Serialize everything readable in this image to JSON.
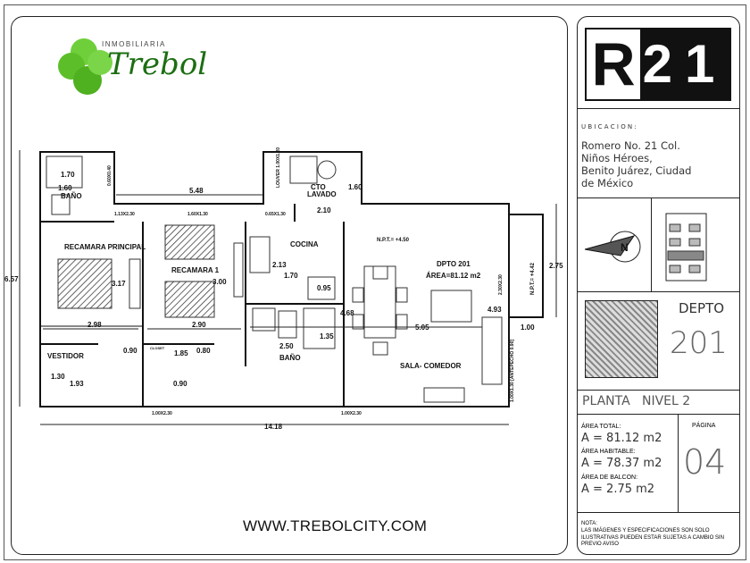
{
  "logo": {
    "brand_small": "INMOBILIARIA",
    "brand_name": "Trebol",
    "color": "#5cbf2a"
  },
  "website": "WWW.TREBOLCITY.COM",
  "plan": {
    "rooms": {
      "bano1": "BAÑO",
      "recamara_principal": "RECAMARA PRINCIPAL",
      "recamara1": "RECAMARA 1",
      "cocina": "COCINA",
      "cto_lavado_1": "CTO",
      "cto_lavado_2": "LAVADO",
      "bano2": "BAÑO",
      "vestidor": "VESTIDOR",
      "closet": "CLOSET",
      "sala": "SALA- COMEDOR",
      "depto": "DPTO 201",
      "area": "ÁREA=81.12 m2"
    },
    "levels": {
      "npt1": "N.P.T.= +4.50",
      "npt2": "N.P.T.= +4.42"
    },
    "dims": {
      "d1_70": "1.70",
      "d1_60a": "1.60",
      "d5_48": "5.48",
      "d1_13": "1.13X2.30",
      "d1_60w": "1.60X1.30",
      "d0_65": "0.65X1.30",
      "d2_10": "2.10",
      "d1_60b": "1.60",
      "louver": "LOUVER 1.00X1.20",
      "ventana1": "0.60X0.40",
      "d6_57": "6.57",
      "d3_17": "3.17",
      "d3_00": "3.00",
      "d2_13": "2.13",
      "d1_70k": "1.70",
      "d0_95": "0.95",
      "d2_98": "2.98",
      "d2_90": "2.90",
      "d4_68": "4.68",
      "d5_05": "5.05",
      "d4_93": "4.93",
      "d1_00": "1.00",
      "d2_75": "2.75",
      "d0_90a": "0.90",
      "d1_85": "1.85",
      "d0_80": "0.80",
      "d2_50": "2.50",
      "d1_35": "1.35",
      "d1_30": "1.30",
      "d1_93": "1.93",
      "d0_90b": "0.90",
      "door1": "1.00X2.30",
      "door2": "1.00X2.30",
      "d14_18": "14.18",
      "balc_w": "2.30X2.30",
      "antepecho": "1.00X1.30 [ANTEPECHO 0.90]"
    }
  },
  "side": {
    "project_logo": {
      "letter": "R",
      "number": "21"
    },
    "ubicacion_label": "U B I C A C I O N :",
    "address": [
      "Romero No. 21 Col.",
      "Niños Héroes,",
      "Benito Juárez, Ciudad",
      "de México"
    ],
    "depto_label": "DEPTO",
    "depto_number": "201",
    "planta": "PLANTA   NIVEL 2",
    "areas": [
      {
        "label": "ÁREA TOTAL:",
        "value": "A = 81.12 m2"
      },
      {
        "label": "ÁREA HABITABLE:",
        "value": "A = 78.37 m2"
      },
      {
        "label": "ÁREA DE BALCON:",
        "value": "A = 2.75 m2"
      }
    ],
    "pagina_label": "PÁGINA",
    "pagina": "04",
    "nota_label": "NOTA:",
    "nota": "LAS IMÁGENES Y ESPECIFICACIONES SON SOLO ILUSTRATIVAS PUEDEN ESTAR SUJETAS A CAMBIO SIN PREVIO AVISO"
  }
}
